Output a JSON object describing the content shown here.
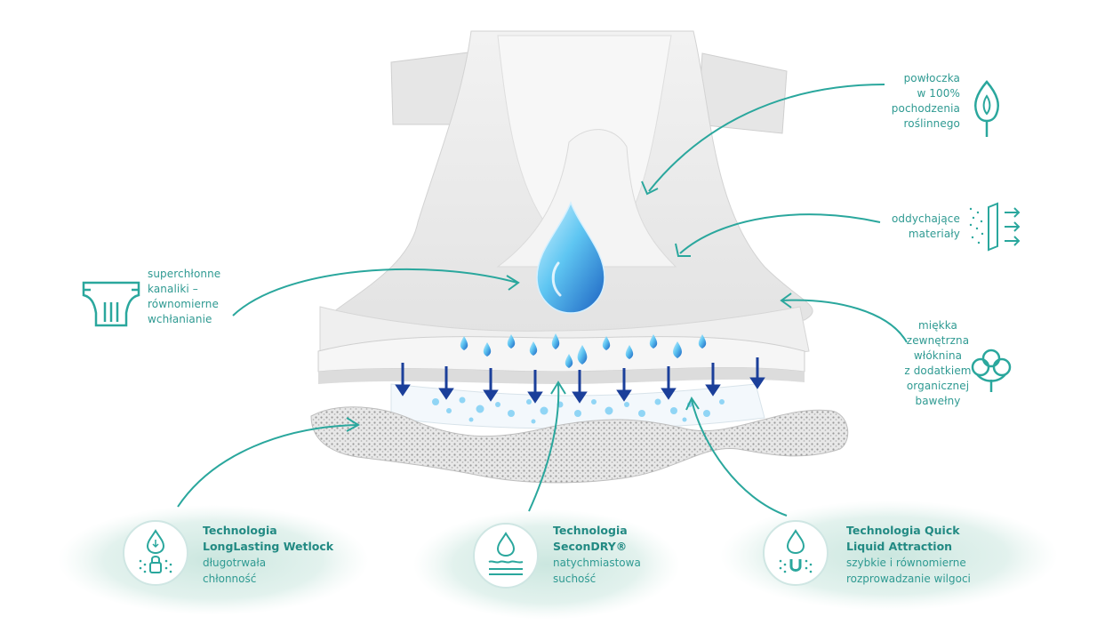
{
  "colors": {
    "accent": "#2aa79d",
    "drop": "#5ec8f0",
    "drop_dark": "#1f6fc9",
    "arrow": "#1b3f9a",
    "wash": "#cfe8e2"
  },
  "callouts": {
    "plant_coating": [
      "powłoczka",
      "w 100%",
      "pochodzenia",
      "roślinnego"
    ],
    "breathable": [
      "oddychające",
      "materiały"
    ],
    "cotton": [
      "miękka",
      "zewnętrzna",
      "włóknina",
      "z dodatkiem",
      "organicznej",
      "bawełny"
    ],
    "channels": [
      "superchłonne",
      "kanaliki –",
      "równomierne",
      "wchłanianie"
    ]
  },
  "icons": [
    "leaf-icon",
    "breathable-layer-icon",
    "cotton-flower-icon",
    "diaper-channels-icon",
    "droplet-icon",
    "lock-dots-icon",
    "wave-layers-icon",
    "magnet-dots-icon"
  ],
  "technologies": [
    {
      "title": [
        "Technologia",
        "LongLasting Wetlock"
      ],
      "desc": [
        "długotrwała",
        "chłonność"
      ]
    },
    {
      "title": [
        "Technologia",
        "SeconDRY®"
      ],
      "desc": [
        "natychmiastowa",
        "suchość"
      ]
    },
    {
      "title": [
        "Technologia Quick",
        "Liquid Attraction"
      ],
      "desc": [
        "szybkie i równomierne",
        "rozprowadzanie wilgoci"
      ]
    }
  ]
}
